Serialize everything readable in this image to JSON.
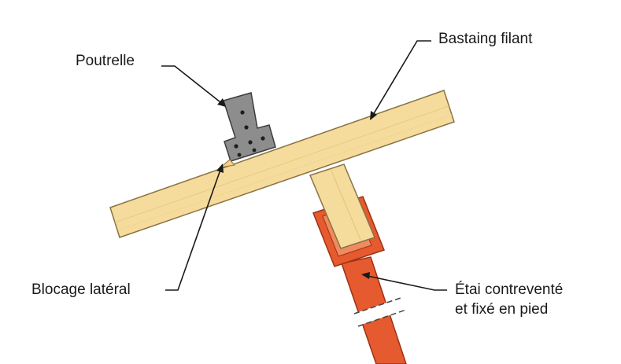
{
  "labels": {
    "poutrelle": "Poutrelle",
    "bastaing_filant": "Bastaing filant",
    "blocage_lateral": "Blocage latéral",
    "etai_line1": "Étai contreventé",
    "etai_line2": "et fixé en pied"
  },
  "colors": {
    "wood_fill": "#f6dc9c",
    "wood_outline": "#8a7244",
    "steel_fill": "#8d8d8d",
    "steel_outline": "#3d3d3d",
    "prop_fill": "#e55a2e",
    "prop_outline": "#9c3115",
    "leader": "#1a1a1a"
  }
}
